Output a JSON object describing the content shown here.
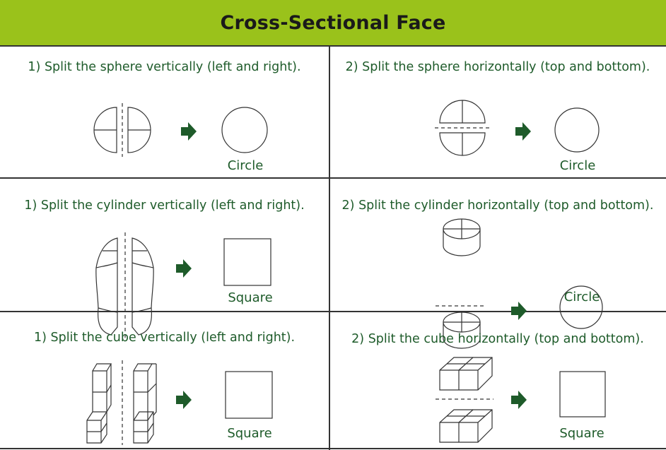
{
  "header": {
    "title": "Cross-Sectional Face"
  },
  "colors": {
    "header_bg": "#9ac21b",
    "text_green": "#1e5b2a",
    "arrow": "#1e5b2a",
    "lines": "#333333"
  },
  "cells": [
    {
      "title": "1) Split the sphere vertically  (left and right).",
      "result": "Circle",
      "shape": "sphere-vertical"
    },
    {
      "title": "2) Split the sphere horizontally  (top and bottom).",
      "result": "Circle",
      "shape": "sphere-horizontal"
    },
    {
      "title": "1) Split the cylinder vertically (left and right).",
      "result": "Square",
      "shape": "cylinder-vertical"
    },
    {
      "title": "2) Split the cylinder horizontally  (top and bottom).",
      "result": "Circle",
      "shape": "cylinder-horizontal"
    },
    {
      "title": "1) Split the cube vertically  (left and right).",
      "result": "Square",
      "shape": "cube-vertical"
    },
    {
      "title": "2) Split the cube horizontally (top and bottom).",
      "result": "Square",
      "shape": "cube-horizontal"
    }
  ]
}
